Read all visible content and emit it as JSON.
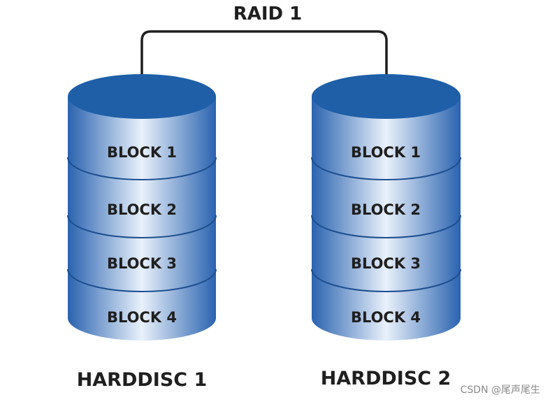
{
  "title": "RAID 1",
  "disks": [
    {
      "name": "HARDDISC 1",
      "blocks": [
        "BLOCK 1",
        "BLOCK 2",
        "BLOCK 3",
        "BLOCK 4"
      ]
    },
    {
      "name": "HARDDISC 2",
      "blocks": [
        "BLOCK 1",
        "BLOCK 2",
        "BLOCK 3",
        "BLOCK 4"
      ]
    }
  ],
  "watermark": "CSDN @尾声尾生",
  "colors": {
    "disk_top": "#1e5fa8",
    "disk_body_edge": "#2a63b0",
    "disk_body_center": "#e9f1fb",
    "connector": "#1f1f1f"
  }
}
